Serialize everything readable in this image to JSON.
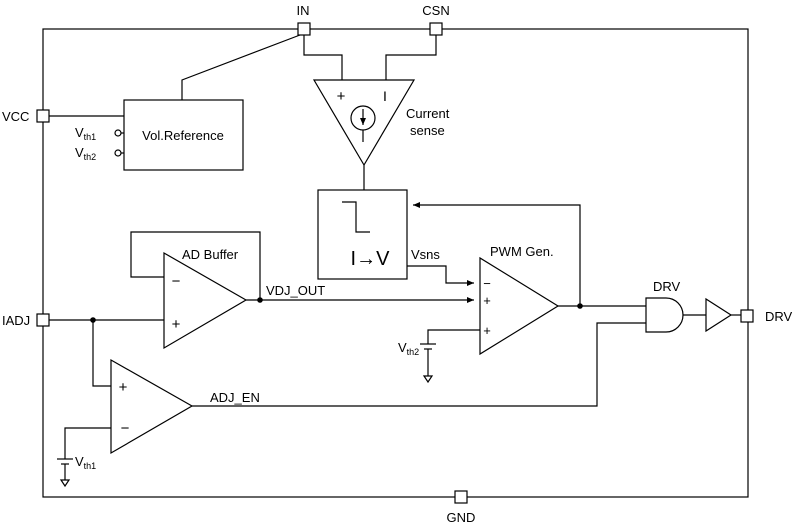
{
  "pins": {
    "in": "IN",
    "csn": "CSN",
    "vcc": "VCC",
    "iadj": "IADJ",
    "drv": "DRV",
    "gnd": "GND"
  },
  "blocks": {
    "vol_reference": "Vol.Reference",
    "current_sense_line1": "Current",
    "current_sense_line2": "sense",
    "ad_buffer": "AD Buffer",
    "pwm_gen": "PWM Gen.",
    "drv_gate": "DRV",
    "converter": "I→V"
  },
  "signals": {
    "vdj_out": "VDJ_OUT",
    "vsns": "Vsns",
    "adj_en": "ADJ_EN"
  },
  "thresholds": {
    "v": "V",
    "th1": "th1",
    "th2": "th2"
  },
  "symbols": {
    "plus": "+",
    "minus": "−",
    "bar": "I"
  }
}
